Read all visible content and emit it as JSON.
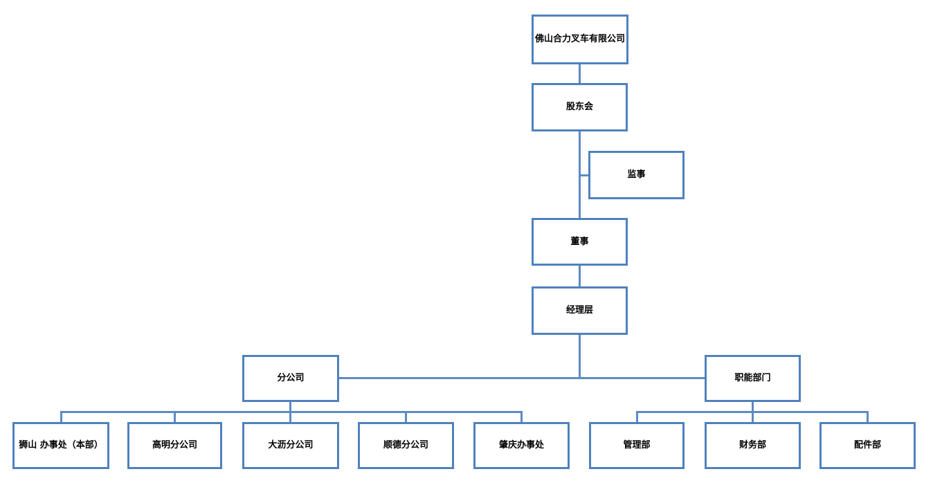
{
  "diagram": {
    "type": "org-chart",
    "accent_color": "#4f81bd",
    "connector_color": "#5e8ac2",
    "background_color": "#ffffff"
  },
  "org_chart": {
    "company": {
      "label": "佛山合力叉车有限公司"
    },
    "shareholders": {
      "label": "股东会"
    },
    "supervisor": {
      "label": "监事"
    },
    "director": {
      "label": "董事"
    },
    "management": {
      "label": "经理层"
    },
    "branch_group": {
      "label": "分公司",
      "children": [
        {
          "label": "狮山 办事处（本部）"
        },
        {
          "label": "高明分公司"
        },
        {
          "label": "大沥分公司"
        },
        {
          "label": "顺德分公司"
        },
        {
          "label": "肇庆办事处"
        }
      ]
    },
    "functional_group": {
      "label": "职能部门",
      "children": [
        {
          "label": "管理部"
        },
        {
          "label": "财务部"
        },
        {
          "label": "配件部"
        }
      ]
    }
  }
}
